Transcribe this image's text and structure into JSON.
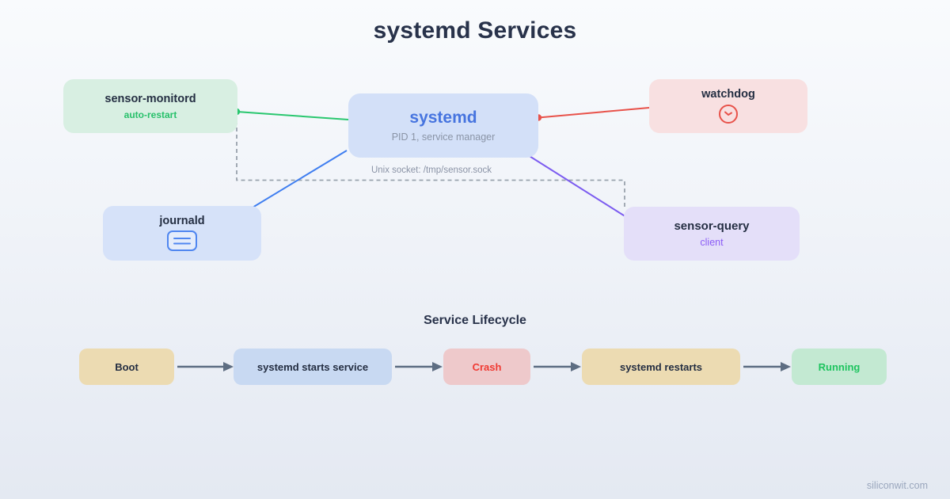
{
  "page": {
    "title": "systemd Services",
    "watermark": "siliconwit.com"
  },
  "diagram": {
    "nodes": {
      "sensor_monitord": {
        "label": "sensor-monitord",
        "sub": "auto-restart"
      },
      "systemd": {
        "label": "systemd",
        "sub": "PID 1, service manager"
      },
      "watchdog": {
        "label": "watchdog",
        "icon": "clock-icon"
      },
      "journald": {
        "label": "journald",
        "icon": "log-lines-icon"
      },
      "sensor_query": {
        "label": "sensor-query",
        "sub": "client"
      }
    },
    "edges": [
      {
        "from": "sensor-monitord",
        "to": "systemd",
        "color": "#29c76f",
        "style": "solid"
      },
      {
        "from": "systemd",
        "to": "watchdog",
        "color": "#e8524a",
        "style": "solid"
      },
      {
        "from": "systemd",
        "to": "journald",
        "color": "#3f7ef0",
        "style": "solid"
      },
      {
        "from": "systemd",
        "to": "sensor-query",
        "color": "#7c5cf0",
        "style": "solid"
      },
      {
        "from": "sensor-monitord",
        "to": "sensor-query",
        "color": "#99a2ad",
        "style": "dashed",
        "label": "Unix socket: /tmp/sensor.sock"
      }
    ],
    "socket_label": "Unix socket: /tmp/sensor.sock"
  },
  "lifecycle": {
    "heading": "Service Lifecycle",
    "steps": [
      {
        "label": "Boot",
        "style": "tan"
      },
      {
        "label": "systemd starts service",
        "style": "blue"
      },
      {
        "label": "Crash",
        "style": "red"
      },
      {
        "label": "systemd restarts",
        "style": "tan"
      },
      {
        "label": "Running",
        "style": "green"
      }
    ],
    "arrow_color": "#5d6d82"
  },
  "colors": {
    "background_top": "#f9fbfd",
    "background_bottom": "#e4e9f2",
    "title_text": "#28324a",
    "node_green_bg": "#d8efe2",
    "node_blue_bg": "#d3e0f8",
    "node_pink_bg": "#f8e0e1",
    "node_purple_bg": "#e4dff9",
    "systemd_text": "#4674df",
    "auto_restart_text": "#27c06a",
    "client_text": "#8b5cf6",
    "subtitle_gray": "#8a94a6",
    "step_tan_bg": "#ecdbb2",
    "step_blue_bg": "#c8d9f2",
    "step_red_bg": "#eec9cb",
    "step_green_bg": "#c3e9d2",
    "crash_text": "#f03a33",
    "running_text": "#1ec45f",
    "dashed_line": "#99a2ad",
    "watermark_text": "#9aa7bd"
  }
}
